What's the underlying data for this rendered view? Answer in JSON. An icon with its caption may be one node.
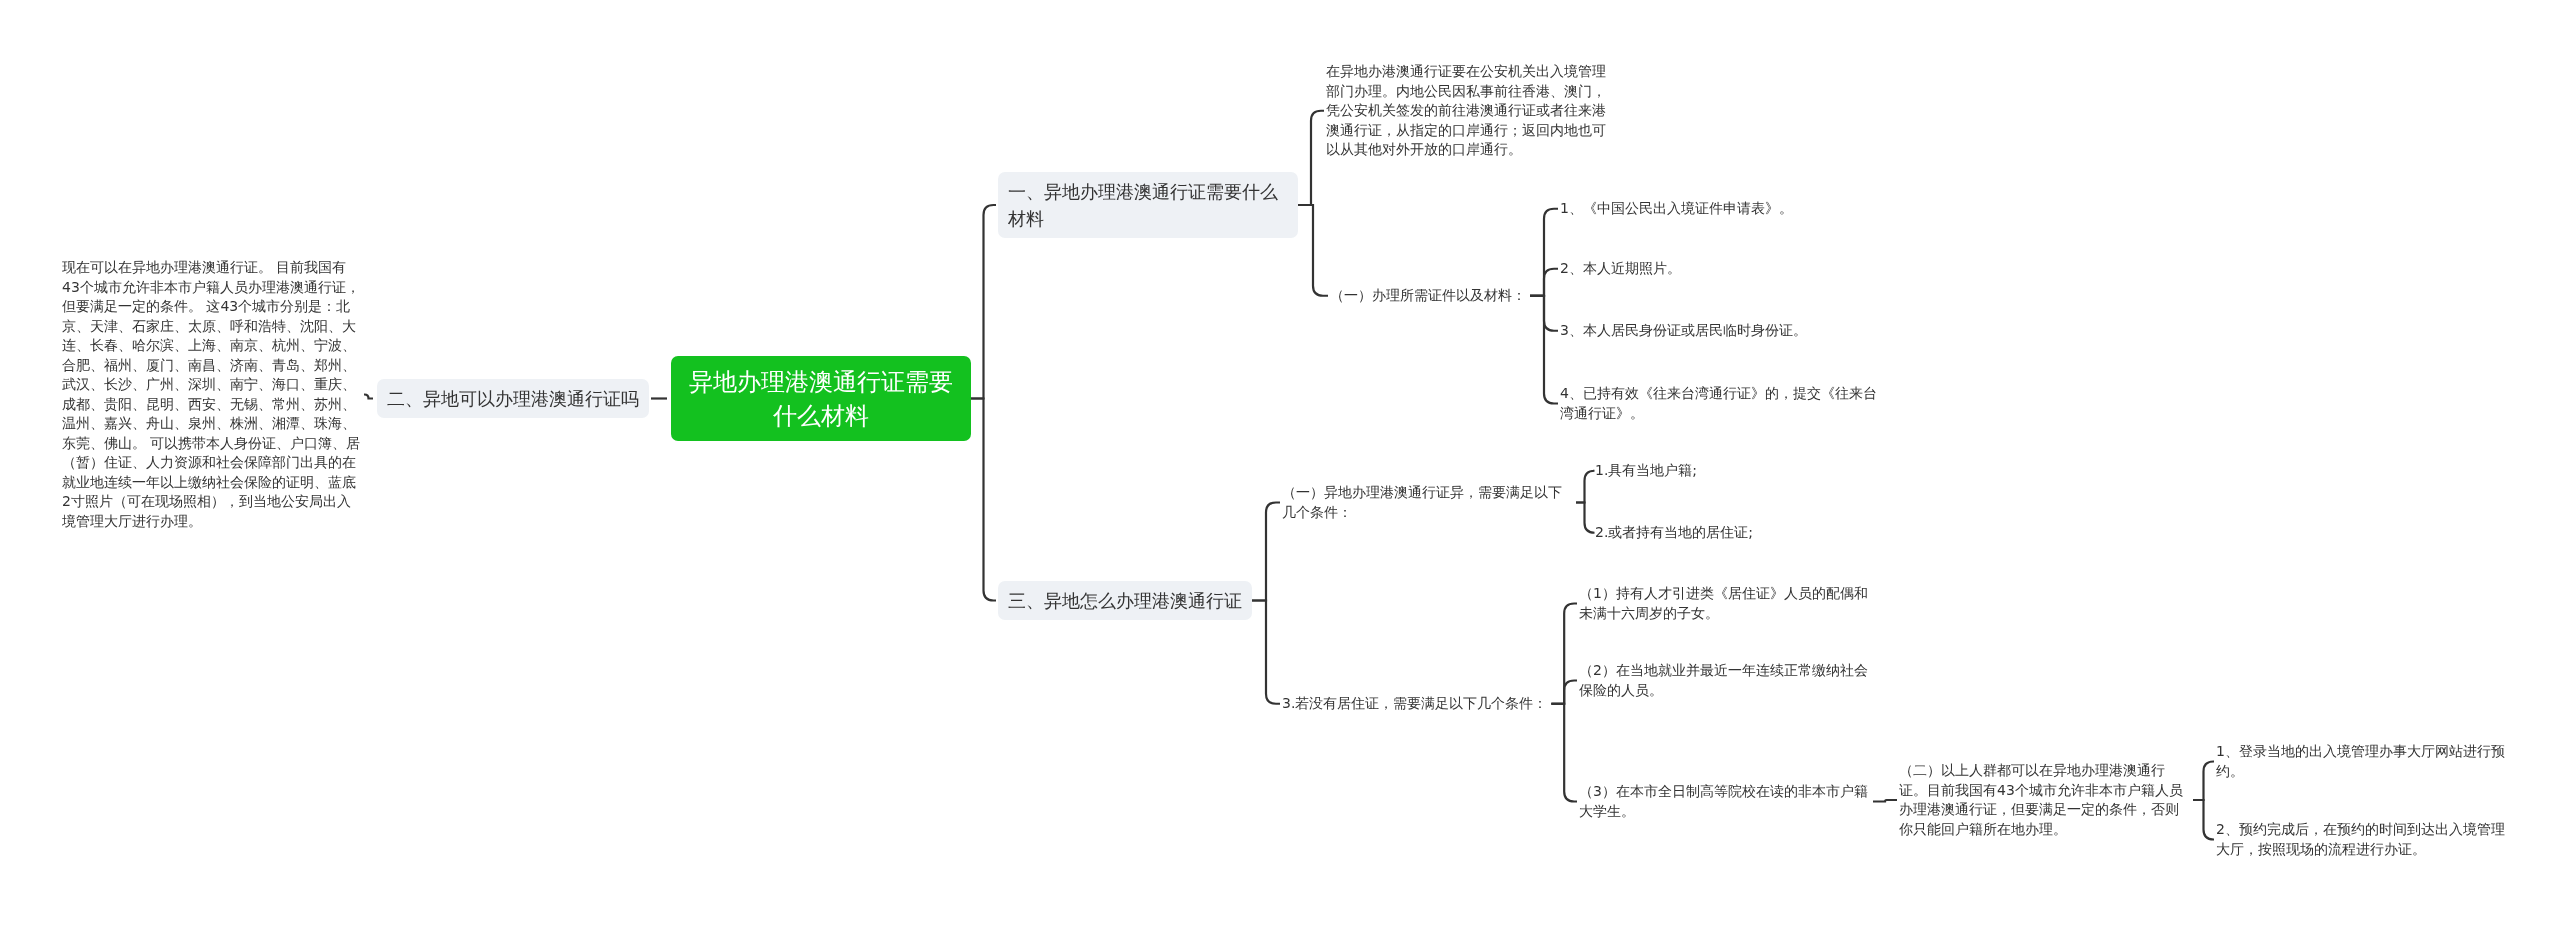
{
  "diagram": {
    "nodes": [
      {
        "text": [
          "异地办理港澳通行证需要什么材料"
        ]
      },
      {
        "text": [
          "一、异地办理港澳通行证需要什么材料"
        ]
      },
      {
        "text": [
          "在异地办港澳通行证要在公安机关出入境管理部门办理。内地公民因私事前往香港、澳门，凭公安机关签发的前往港澳通行证或者往来港澳通行证，从指定的口岸通行；返回内地也可以从其他对外开放的口岸通行。"
        ]
      },
      {
        "text": [
          "（一）办理所需证件以及材料："
        ]
      },
      {
        "text": [
          "1、《中国公民出入境证件申请表》。"
        ]
      },
      {
        "text": [
          "2、本人近期照片。"
        ]
      },
      {
        "text": [
          "3、本人居民身份证或居民临时身份证。"
        ]
      },
      {
        "text": [
          "4、已持有效《往来台湾通行证》的，提交《往来台湾通行证》。"
        ]
      },
      {
        "text": [
          "二、异地可以办理港澳通行证吗"
        ]
      },
      {
        "text": [
          "现在可以在异地办理港澳通行证。 目前我国有43个城市允许非本市户籍人员办理港澳通行证，但要满足一定的条件。 这43个城市分别是：北京、天津、石家庄、太原、呼和浩特、沈阳、大连、长春、哈尔滨、上海、南京、杭州、宁波、合肥、福州、厦门、南昌、济南、青岛、郑州、武汉、长沙、广州、深圳、南宁、海口、重庆、成都、贵阳、昆明、西安、无锡、常州、苏州、温州、嘉兴、舟山、泉州、株洲、湘潭、珠海、东莞、佛山。 可以携带本人身份证、户口簿、居（暂）住证、人力资源和社会保障部门出具的在就业地连续一年以上缴纳社会保险的证明、蓝底2寸照片（可在现场照相），到当地公安局出入境管理大厅进行办理。"
        ]
      },
      {
        "text": [
          "三、异地怎么办理港澳通行证"
        ]
      },
      {
        "text": [
          "（一）异地办理港澳通行证异，需要满足以下几个条件："
        ]
      },
      {
        "text": [
          "1.具有当地户籍;"
        ]
      },
      {
        "text": [
          "2.或者持有当地的居住证;"
        ]
      },
      {
        "text": [
          "3.若没有居住证，需要满足以下几个条件："
        ]
      },
      {
        "text": [
          "（1）持有人才引进类《居住证》人员的配偶和未满十六周岁的子女。"
        ]
      },
      {
        "text": [
          "（2）在当地就业并最近一年连续正常缴纳社会保险的人员。"
        ]
      },
      {
        "text": [
          "（3）在本市全日制高等院校在读的非本市户籍大学生。"
        ]
      },
      {
        "text": [
          "（二）以上人群都可以在异地办理港澳通行证。目前我国有43个城市允许非本市户籍人员办理港澳通行证，但要满足一定的条件，否则你只能回户籍所在地办理。"
        ]
      },
      {
        "text": [
          "1、登录当地的出入境管理办事大厅网站进行预约。"
        ]
      },
      {
        "text": [
          "2、预约完成后，在预约的时间到达出入境管理大厅，按照现场的流程进行办证。"
        ]
      }
    ],
    "edges": [
      {
        "from": 0,
        "to": 1,
        "arrow": "none"
      },
      {
        "from": 1,
        "to": 2,
        "arrow": "none"
      },
      {
        "from": 1,
        "to": 3,
        "arrow": "none"
      },
      {
        "from": 3,
        "to": 4,
        "arrow": "none"
      },
      {
        "from": 3,
        "to": 5,
        "arrow": "none"
      },
      {
        "from": 3,
        "to": 6,
        "arrow": "none"
      },
      {
        "from": 3,
        "to": 7,
        "arrow": "none"
      },
      {
        "from": 0,
        "to": 8,
        "arrow": "none"
      },
      {
        "from": 8,
        "to": 9,
        "arrow": "none"
      },
      {
        "from": 0,
        "to": 10,
        "arrow": "none"
      },
      {
        "from": 10,
        "to": 11,
        "arrow": "none"
      },
      {
        "from": 11,
        "to": 12,
        "arrow": "none"
      },
      {
        "from": 11,
        "to": 13,
        "arrow": "none"
      },
      {
        "from": 10,
        "to": 14,
        "arrow": "none"
      },
      {
        "from": 14,
        "to": 15,
        "arrow": "none"
      },
      {
        "from": 14,
        "to": 16,
        "arrow": "none"
      },
      {
        "from": 14,
        "to": 17,
        "arrow": "none"
      },
      {
        "from": 17,
        "to": 18,
        "arrow": "none"
      },
      {
        "from": 18,
        "to": 19,
        "arrow": "none"
      },
      {
        "from": 18,
        "to": 20,
        "arrow": "none"
      }
    ]
  }
}
